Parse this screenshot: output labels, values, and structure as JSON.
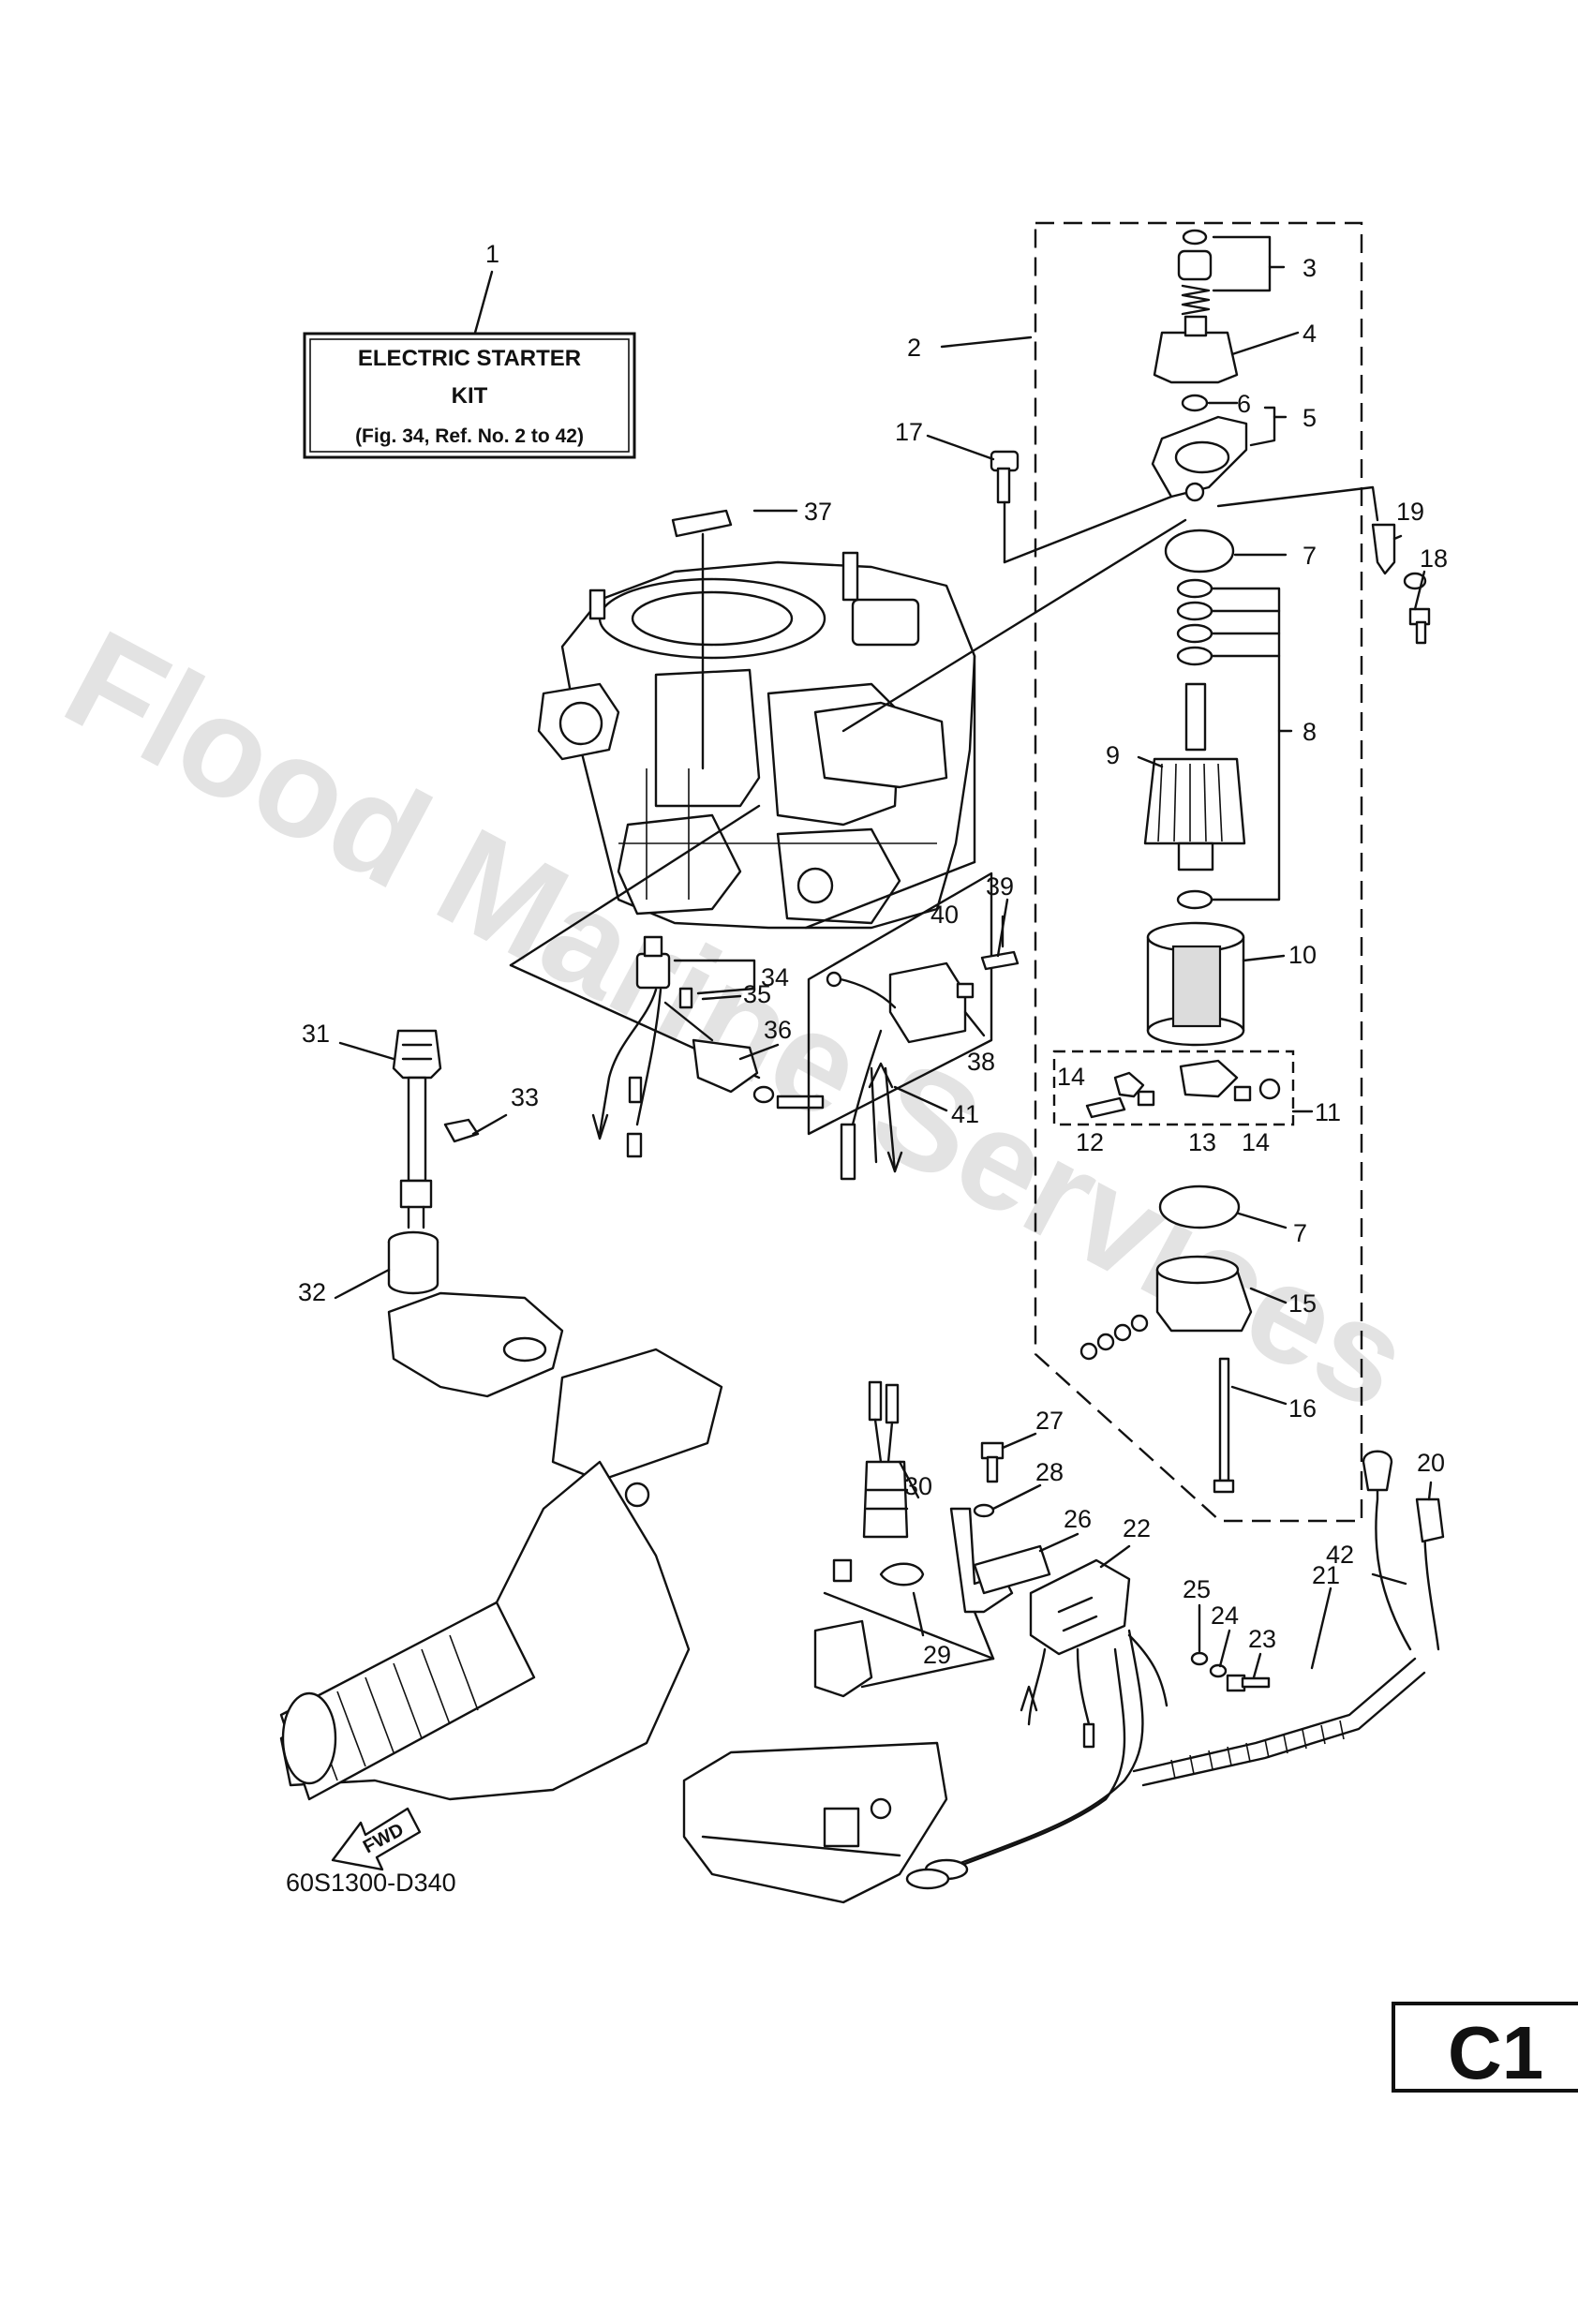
{
  "watermark": "Flood Marine Services",
  "kit_box": {
    "line1": "ELECTRIC STARTER",
    "line2": "KIT",
    "line3": "(Fig. 34, Ref. No. 2 to 42)"
  },
  "diagram_code": "60S1300-D340",
  "fwd_label": "FWD",
  "page_tag": "C1",
  "callouts": {
    "n1": "1",
    "n2": "2",
    "n3": "3",
    "n4": "4",
    "n5": "5",
    "n6": "6",
    "n7a": "7",
    "n7b": "7",
    "n8": "8",
    "n9": "9",
    "n10": "10",
    "n11": "11",
    "n12": "12",
    "n13": "13",
    "n14a": "14",
    "n14b": "14",
    "n15": "15",
    "n16": "16",
    "n17": "17",
    "n18": "18",
    "n19": "19",
    "n20": "20",
    "n21": "21",
    "n22": "22",
    "n23": "23",
    "n24": "24",
    "n25": "25",
    "n26": "26",
    "n27": "27",
    "n28": "28",
    "n29": "29",
    "n30": "30",
    "n31": "31",
    "n32": "32",
    "n33": "33",
    "n34": "34",
    "n35": "35",
    "n36": "36",
    "n37": "37",
    "n38": "38",
    "n39": "39",
    "n40": "40",
    "n41": "41",
    "n42": "42"
  }
}
